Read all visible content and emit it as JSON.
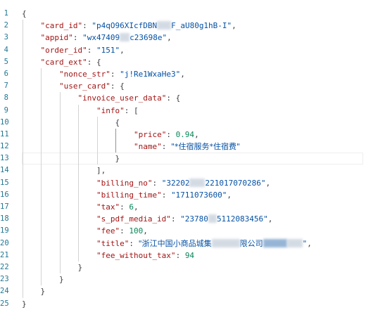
{
  "line_numbers": [
    "1",
    "2",
    "3",
    "4",
    "5",
    "6",
    "7",
    "8",
    "9",
    "10",
    "11",
    "12",
    "13",
    "14",
    "15",
    "16",
    "17",
    "18",
    "19",
    "20",
    "21",
    "22",
    "23",
    "24",
    "25"
  ],
  "json": {
    "card_id_key": "\"card_id\"",
    "card_id_a": "\"p4qO96XIcfDBN",
    "card_id_b": "F_aU80g1hB-I\"",
    "appid_key": "\"appid\"",
    "appid_a": "\"wx47409",
    "appid_b": "c23698e\"",
    "order_id_key": "\"order_id\"",
    "order_id_val": "\"151\"",
    "card_ext_key": "\"card_ext\"",
    "nonce_str_key": "\"nonce_str\"",
    "nonce_str_val": "\"j!Re1WxaHe3\"",
    "user_card_key": "\"user_card\"",
    "invoice_user_data_key": "\"invoice_user_data\"",
    "info_key": "\"info\"",
    "price_key": "\"price\"",
    "price_val": "0.94",
    "name_key": "\"name\"",
    "name_val": "\"*住宿服务*住宿费\"",
    "billing_no_key": "\"billing_no\"",
    "billing_no_a": "\"32202",
    "billing_no_b": "221017070286\"",
    "billing_time_key": "\"billing_time\"",
    "billing_time_val": "\"1711073600\"",
    "tax_key": "\"tax\"",
    "tax_val": "6",
    "s_pdf_media_id_key": "\"s_pdf_media_id\"",
    "s_pdf_media_id_a": "\"23780",
    "s_pdf_media_id_b": "5112083456\"",
    "fee_key": "\"fee\"",
    "fee_val": "100",
    "title_key": "\"title\"",
    "title_a": "\"浙江中国小商品城集",
    "title_b": "限公司",
    "title_c": "\"",
    "fee_without_tax_key": "\"fee_without_tax\"",
    "fee_without_tax_val": "94"
  },
  "colors": {
    "key": "#a31515",
    "string": "#0451a5",
    "number": "#098658",
    "line_number": "#237893",
    "redaction": "#c9d2dd"
  }
}
